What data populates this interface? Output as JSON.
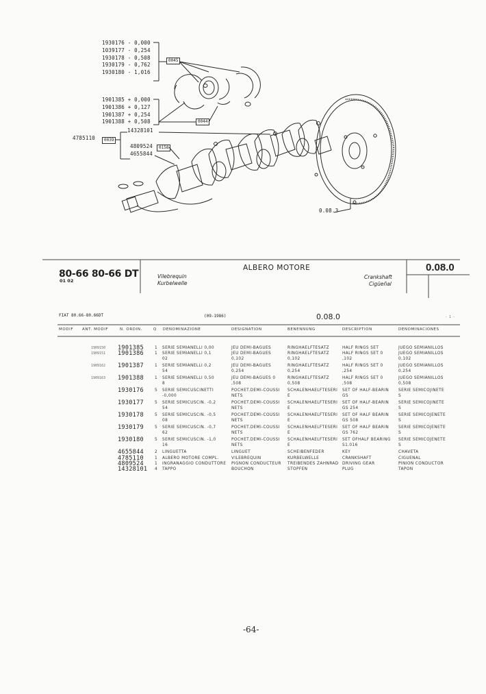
{
  "diagram": {
    "callouts_top": [
      {
        "code": "1930176",
        "size": "- 0,000"
      },
      {
        "code": "1039177",
        "size": "- 0,254"
      },
      {
        "code": "1930178",
        "size": "- 0,508"
      },
      {
        "code": "1930179",
        "size": "- 0,762"
      },
      {
        "code": "1930180",
        "size": "- 1,016"
      }
    ],
    "callouts_mid": [
      {
        "code": "1901385",
        "size": "+ 0,000"
      },
      {
        "code": "1901386",
        "size": "+ 0,127"
      },
      {
        "code": "1901387",
        "size": "+ 0,254"
      },
      {
        "code": "1901388",
        "size": "+ 0,508"
      }
    ],
    "box_0045": "0045",
    "box_0044": "0044",
    "plug": "14328101",
    "left_code": "4785110",
    "box_0039": "0039",
    "gear_code": "4809524",
    "box_0158": "0158",
    "key_code": "4655844",
    "ref_flywheel": "0.08.3"
  },
  "header": {
    "model": "80-66 80-66 DT",
    "sub": "01 02",
    "names_left": [
      "Vilebrequin",
      "Kurbelwelle"
    ],
    "title": "ALBERO MOTORE",
    "names_right": [
      "Crankshaft",
      "Cigüeñal"
    ],
    "code": "0.08.0"
  },
  "table_header": {
    "model_line": "FIAT 80.66-80.66DT",
    "date": "(09-1986)",
    "group": "0.08.0",
    "page_mark": "- 1 -",
    "columns": [
      "MODIF",
      "ANT. MODIF",
      "N. ORDIN.",
      "Q",
      "DENOMINAZIONE",
      "DESIGNATION",
      "BENENNUNG",
      "DESCRIPTION",
      "DENOMINACIONES"
    ]
  },
  "rows": [
    {
      "ant": "1909150",
      "part": "1901385",
      "q": "1",
      "it": [
        "SERIE SEMIANELLI 0,00"
      ],
      "fr": [
        "JEU DEMI-BAGUES"
      ],
      "de": [
        "RINGHAELFTESATZ"
      ],
      "en": [
        "HALF RINGS SET"
      ],
      "es": [
        "JUEGO SEMIANILLOS"
      ]
    },
    {
      "ant": "1909151",
      "part": "1901386",
      "q": "1",
      "it": [
        "SERIE SEMIANELLI 0,1",
        "02"
      ],
      "fr": [
        "JEU DEMI-BAGUES",
        "0,102"
      ],
      "de": [
        "RINGHAELFTESATZ",
        "0,102"
      ],
      "en": [
        "HALF RINGS SET 0",
        ",102"
      ],
      "es": [
        "JUEGO SEMIANILLOS",
        "0,102"
      ]
    },
    {
      "ant": "1909162",
      "part": "1901387",
      "q": "1",
      "it": [
        "SERIE SEMIANELLI 0,2",
        "54"
      ],
      "fr": [
        "JEU DEMI-BAGUES",
        "0,254"
      ],
      "de": [
        "RINGHAELFTESATZ",
        "0,254"
      ],
      "en": [
        "HALF RINGS SET 0",
        ",254"
      ],
      "es": [
        "JUEGO SEMIANILLOS",
        "0,254"
      ]
    },
    {
      "ant": "1909163",
      "part": "1901388",
      "q": "1",
      "it": [
        "SERIE SEMIANELLI 0,50",
        "8"
      ],
      "fr": [
        "JEU DEMI-BAGUES 0",
        ",508"
      ],
      "de": [
        "RINGHAELFTESATZ",
        "0,508"
      ],
      "en": [
        "HALF RINGS SET 0",
        ",508"
      ],
      "es": [
        "JUEGO SEMIANILLOS",
        "0,508"
      ]
    },
    {
      "ant": "",
      "part": "1930176",
      "q": "5",
      "it": [
        "SERIE SEMICUSCINETTI",
        "-0,000"
      ],
      "fr": [
        "POCHET.DEMI-COUSSI",
        "NETS"
      ],
      "de": [
        "SCHALENHAELFTESERI",
        "E"
      ],
      "en": [
        "SET OF HALF-BEARIN",
        "GS"
      ],
      "es": [
        "SERIE SEMICOJINETE",
        "S"
      ]
    },
    {
      "ant": "",
      "part": "1930177",
      "q": "5",
      "it": [
        "SERIE SEMICUSCIN. -0,2",
        "54"
      ],
      "fr": [
        "POCHET.DEMI-COUSSI",
        "NETS"
      ],
      "de": [
        "SCHALENHAELFTESERI",
        "E"
      ],
      "en": [
        "SET OF HALF-BEARIN",
        "GS 254"
      ],
      "es": [
        "SERIE SEMICOJINETE",
        "S"
      ]
    },
    {
      "ant": "",
      "part": "1930178",
      "q": "5",
      "it": [
        "SERIE SEMICUSCIN. -0,5",
        "08"
      ],
      "fr": [
        "POCHET.DEMI-COUSSI",
        "NETS"
      ],
      "de": [
        "SCHALENHAELFTESERI",
        "E"
      ],
      "en": [
        "SET OF HALF BEARIN",
        "GS 508"
      ],
      "es": [
        "SERIE SEMICOJENETE",
        "S"
      ]
    },
    {
      "ant": "",
      "part": "1930179",
      "q": "5",
      "it": [
        "SERIE SEMICUSCIN. -0,7",
        "62"
      ],
      "fr": [
        "POCHET.DEMI-COUSSI",
        "NETS"
      ],
      "de": [
        "SCHALENHAELFTESERI",
        "E"
      ],
      "en": [
        "SET OF HALF BEARIN",
        "GS 762"
      ],
      "es": [
        "SERIE SEMICOJENETE",
        "S"
      ]
    },
    {
      "ant": "",
      "part": "1930180",
      "q": "5",
      "it": [
        "SERIE SEMICUSCIN. -1,0",
        "16"
      ],
      "fr": [
        "POCHET.DEMI-COUSSI",
        "NETS"
      ],
      "de": [
        "SCHALENHAELFTESERI",
        "E"
      ],
      "en": [
        "SET OFHALF BEARING",
        "S1.016"
      ],
      "es": [
        "SERIE SEMICOJENETE",
        "S"
      ]
    },
    {
      "ant": "",
      "part": "4655844",
      "q": "2",
      "it": [
        "LINGUETTA"
      ],
      "fr": [
        "LINGUET"
      ],
      "de": [
        "SCHEIBENFEDER"
      ],
      "en": [
        "KEY"
      ],
      "es": [
        "CHAVETA"
      ]
    },
    {
      "ant": "",
      "part": "4785110",
      "q": "1",
      "it": [
        "ALBERO MOTORE COMPL."
      ],
      "fr": [
        "VILEBREQUIN"
      ],
      "de": [
        "KURBELWELLE"
      ],
      "en": [
        "CRANKSHAFT"
      ],
      "es": [
        "CIGUENAL"
      ]
    },
    {
      "ant": "",
      "part": "4809524",
      "q": "1",
      "it": [
        "INGRANAGGIO CONDUTTORE"
      ],
      "fr": [
        "PIGNON CONDUCTEUR"
      ],
      "de": [
        "TREIBENDES ZAHNRAD"
      ],
      "en": [
        "DRIVING GEAR"
      ],
      "es": [
        "PINION CONDUCTOR"
      ]
    },
    {
      "ant": "",
      "part": "14328101",
      "q": "4",
      "it": [
        "TAPPO"
      ],
      "fr": [
        "BOUCHON"
      ],
      "de": [
        "STOPFEN"
      ],
      "en": [
        "PLUG"
      ],
      "es": [
        "TAPON"
      ]
    }
  ],
  "page_number": "-64-"
}
